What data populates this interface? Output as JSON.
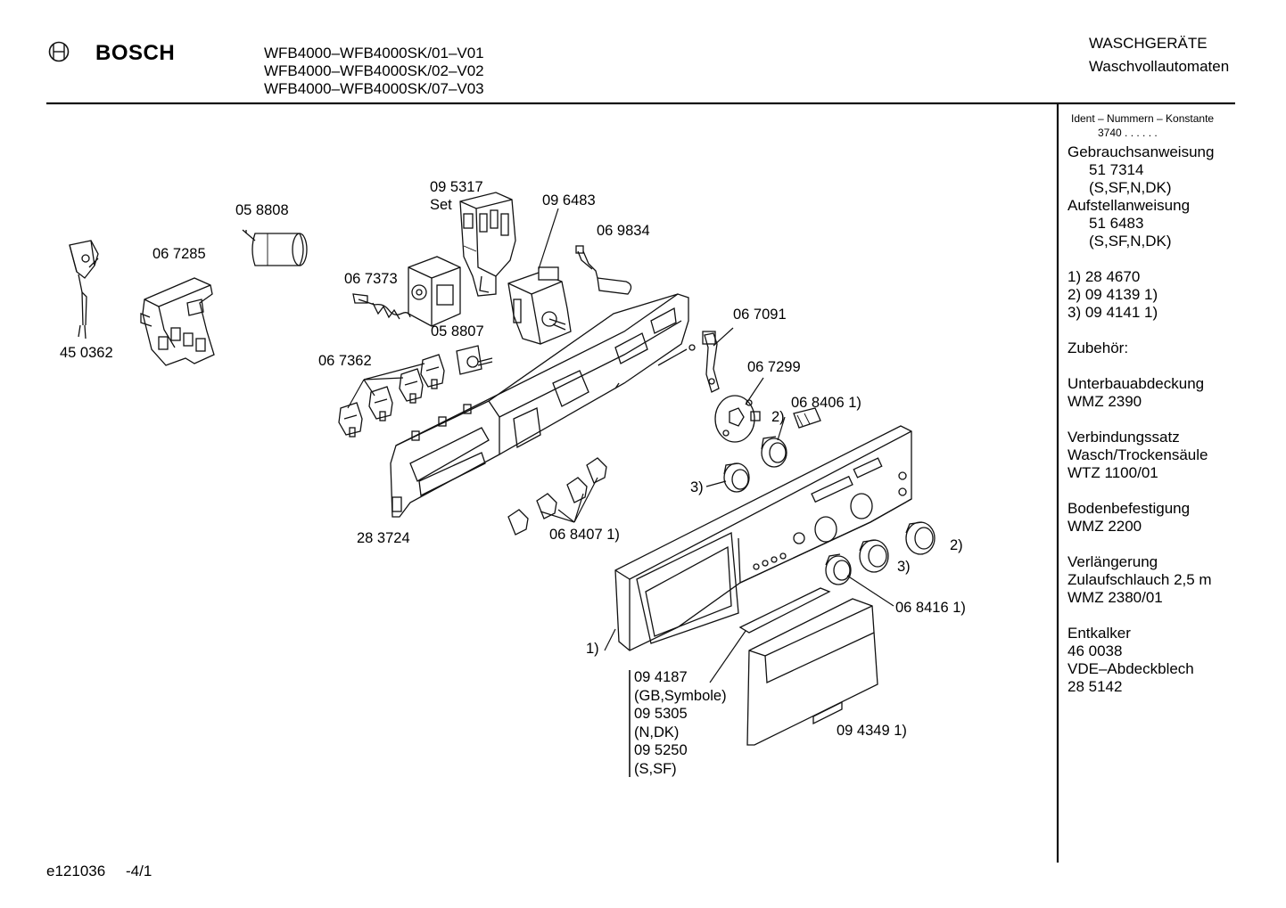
{
  "header": {
    "brand": "BOSCH",
    "models": [
      "WFB4000–WFB4000SK/01–V01",
      "WFB4000–WFB4000SK/02–V02",
      "WFB4000–WFB4000SK/07–V03"
    ],
    "category": "WASCHGERÄTE",
    "subcategory": "Waschvollautomaten"
  },
  "sidebar": {
    "ident_title": "Ident – Nummern – Konstante",
    "ident_value": "3740 . .   . . . .",
    "lines": [
      {
        "text": "Gebrauchsanweisung",
        "indent": false
      },
      {
        "text": "51 7314",
        "indent": true
      },
      {
        "text": "(S,SF,N,DK)",
        "indent": true
      },
      {
        "text": "Aufstellanweisung",
        "indent": false
      },
      {
        "text": "51 6483",
        "indent": true
      },
      {
        "text": "(S,SF,N,DK)",
        "indent": true
      },
      {
        "text": "",
        "indent": false
      },
      {
        "text": "1) 28 4670",
        "indent": false
      },
      {
        "text": "2) 09 4139  1)",
        "indent": false
      },
      {
        "text": "3) 09 4141 1)",
        "indent": false
      },
      {
        "text": "",
        "indent": false
      },
      {
        "text": "Zubehör:",
        "indent": false
      },
      {
        "text": "",
        "indent": false
      },
      {
        "text": "Unterbauabdeckung",
        "indent": false
      },
      {
        "text": "WMZ 2390",
        "indent": false
      },
      {
        "text": "",
        "indent": false
      },
      {
        "text": "Verbindungssatz",
        "indent": false
      },
      {
        "text": "Wasch/Trockensäule",
        "indent": false
      },
      {
        "text": "WTZ 1100/01",
        "indent": false
      },
      {
        "text": "",
        "indent": false
      },
      {
        "text": "Bodenbefestigung",
        "indent": false
      },
      {
        "text": "WMZ 2200",
        "indent": false
      },
      {
        "text": "",
        "indent": false
      },
      {
        "text": "Verlängerung",
        "indent": false
      },
      {
        "text": "Zulaufschlauch 2,5 m",
        "indent": false
      },
      {
        "text": "WMZ 2380/01",
        "indent": false
      },
      {
        "text": "",
        "indent": false
      },
      {
        "text": "Entkalker",
        "indent": false
      },
      {
        "text": "46 0038",
        "indent": false
      },
      {
        "text": "VDE–Abdeckblech",
        "indent": false
      },
      {
        "text": "28 5142",
        "indent": false
      }
    ]
  },
  "parts": {
    "p0953317": "09 5317",
    "set": "Set",
    "p096483": "09 6483",
    "p058808": "05 8808",
    "p069834": "06 9834",
    "p067285": "06 7285",
    "p067373": "06 7373",
    "p450362": "45 0362",
    "p058807": "05 8807",
    "p067362": "06 7362",
    "p067091": "06 7091",
    "p067299": "06 7299",
    "p068406": "06 8406 1)",
    "n2a": "2)",
    "n3a": "3)",
    "p283724": "28 3724",
    "p068407": "06 8407 1)",
    "n2b": "2)",
    "n3b": "3)",
    "p068416": "06 8416 1)",
    "n1": "1)",
    "p094349": "09 4349 1)",
    "panel_list": [
      "09 4187",
      "(GB,Symbole)",
      "09 5305",
      "(N,DK)",
      "09 5250",
      "(S,SF)"
    ]
  },
  "footer": {
    "code": "e121036",
    "page": "-4/1"
  }
}
